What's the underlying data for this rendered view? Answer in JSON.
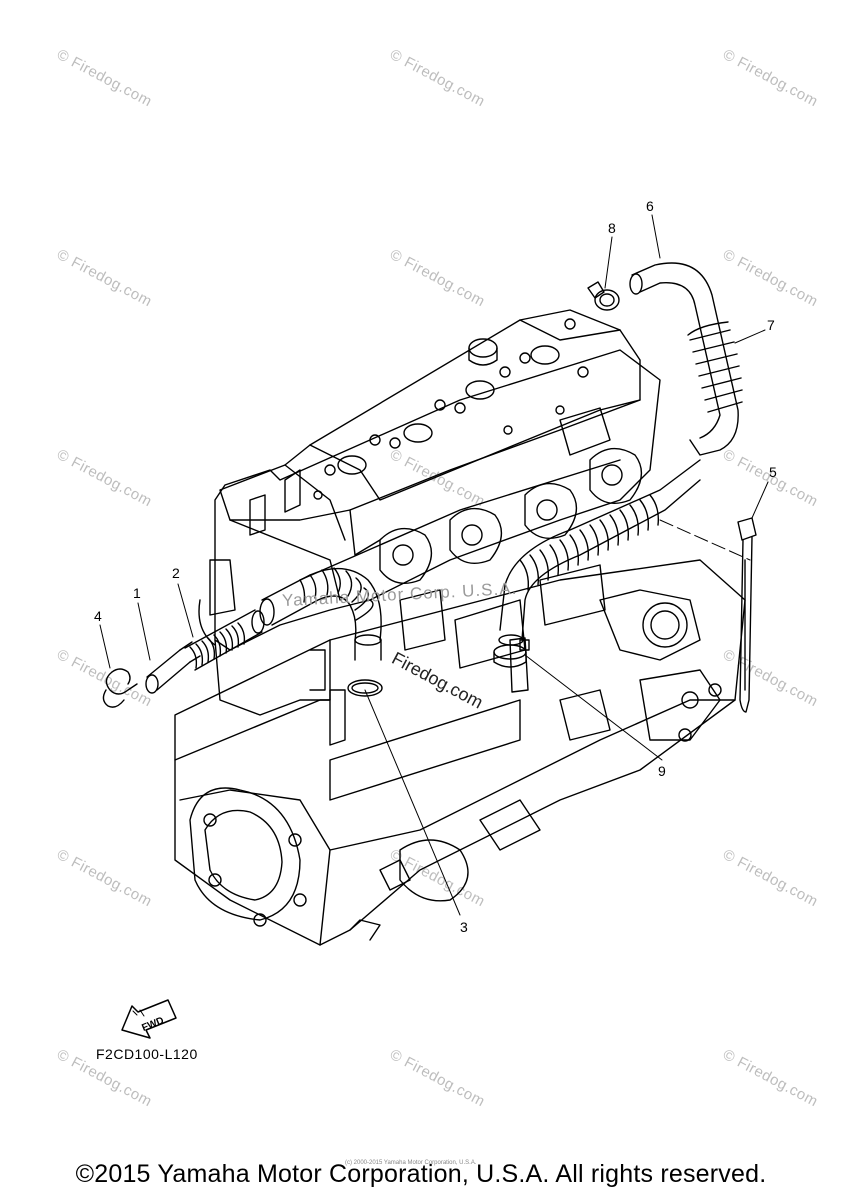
{
  "watermark": {
    "text": "Firedog.com",
    "center_text": "Yamaha Motor Corp. U.S.A.",
    "site_text": "Firedog.com"
  },
  "callouts": [
    "1",
    "2",
    "3",
    "4",
    "5",
    "6",
    "7",
    "8",
    "9"
  ],
  "fwd_label": "FWD",
  "diagram_code": "F2CD100-L120",
  "fine_print": "(c) 2000-2015 Yamaha Motor Corporation, U.S.A.",
  "copyright": "©2015 Yamaha Motor Corporation, U.S.A. All rights reserved."
}
